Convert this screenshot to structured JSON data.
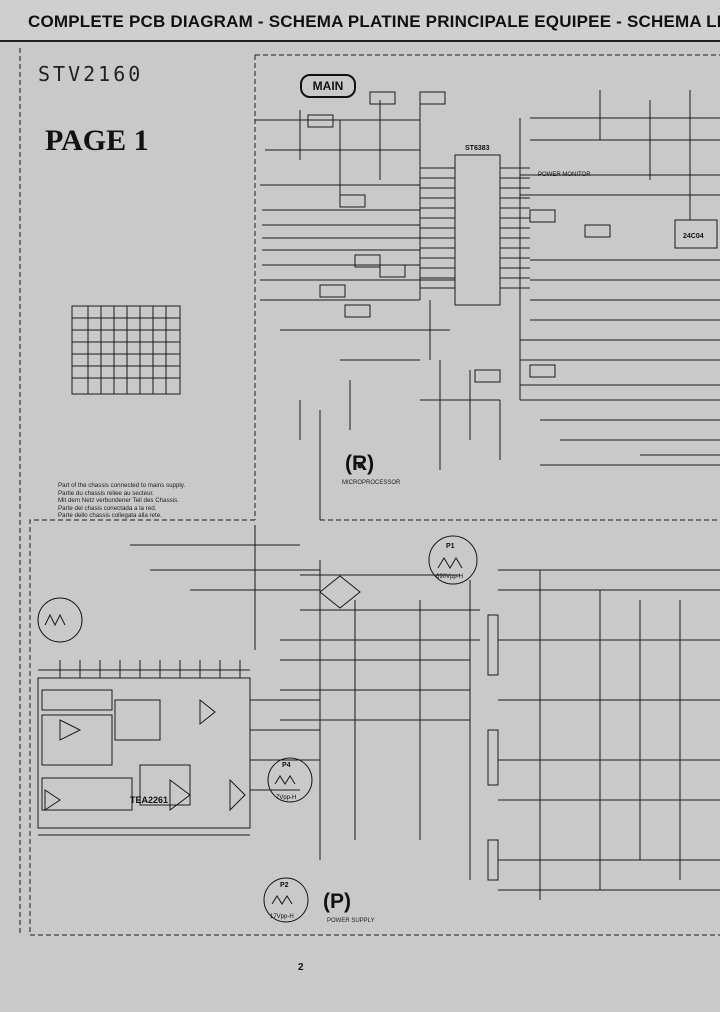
{
  "header": {
    "title": "COMPLETE PCB DIAGRAM - SCHEMA PLATINE PRINCIPALE EQUIPEE - SCHEMA LEI"
  },
  "model": "STV2160",
  "page_label": "PAGE 1",
  "sections": {
    "main": "MAIN",
    "r": "(R)",
    "r_sub": "MICROPROCESSOR",
    "p": "(P)",
    "p_sub": "POWER SUPPLY"
  },
  "chips": {
    "main": "ST6383",
    "memory": "24C04",
    "tea": "TEA2261"
  },
  "probes": {
    "p1": "P1",
    "p1_value": "690Vpp-H",
    "p2": "P2",
    "p2_value": "17Vpp-H",
    "p4": "P4",
    "p4_value": "7Vpp-H"
  },
  "labels": {
    "power_monitor": "POWER MONITOR"
  },
  "notes": [
    "Part of the chassis connected to mains supply.",
    "Partie du chassis reliee au secteur.",
    "Mit dem Netz verbundener Teil des Chassis.",
    "Parte del chasis conectada a la red.",
    "Parte dello chassis collegata alla rete."
  ],
  "page_number": "2"
}
